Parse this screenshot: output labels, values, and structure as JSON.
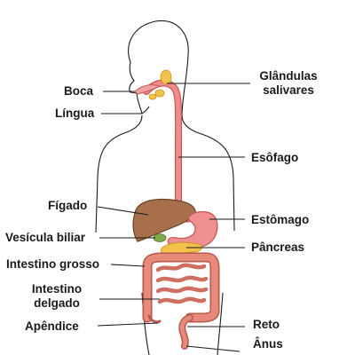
{
  "labels": {
    "mouth": "Boca",
    "tongue": "Língua",
    "salivary_glands_1": "Glândulas",
    "salivary_glands_2": "salivares",
    "esophagus": "Esôfago",
    "liver": "Fígado",
    "stomach": "Estômago",
    "gallbladder": "Vesícula biliar",
    "pancreas": "Pâncreas",
    "large_intestine": "Intestino grosso",
    "small_intestine_1": "Intestino",
    "small_intestine_2": "delgado",
    "rectum": "Reto",
    "appendix": "Apêndice",
    "anus": "Ânus"
  },
  "colors": {
    "outline": "#1a1a1a",
    "esophagus": "#f08c8c",
    "esophagus_edge": "#c85a5a",
    "liver": "#a8704a",
    "liver_edge": "#6e4025",
    "stomach": "#ef8f8f",
    "stomach_edge": "#c05656",
    "gland": "#f2c24a",
    "intestine": "#e88a7a",
    "intestine_edge": "#b65a4c",
    "small_intestine": "#f0a59a"
  }
}
